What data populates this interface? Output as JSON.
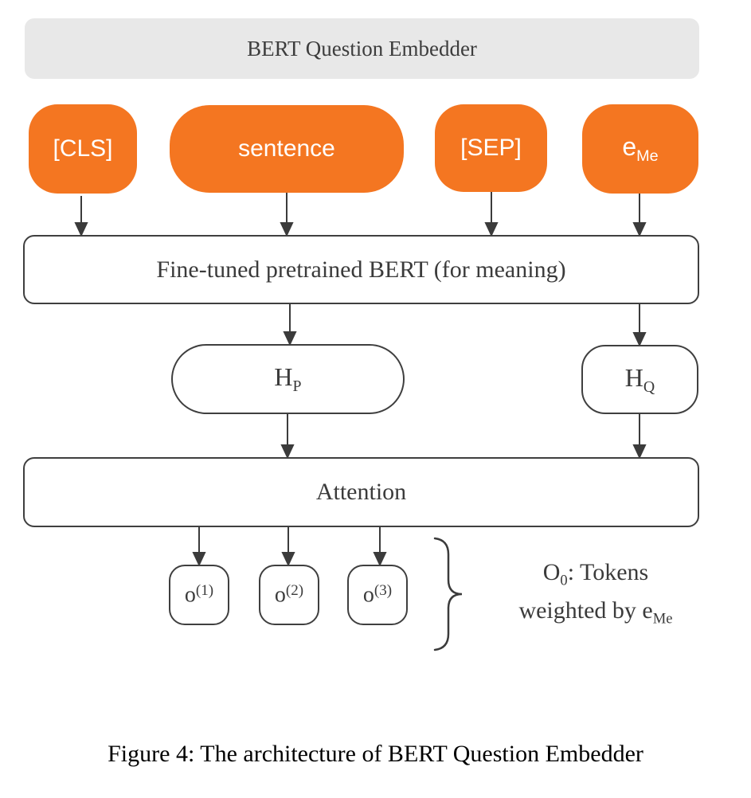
{
  "diagram": {
    "title": "BERT Question Embedder",
    "inputs": [
      {
        "id": "cls",
        "label": "[CLS]"
      },
      {
        "id": "sentence",
        "label": "sentence"
      },
      {
        "id": "sep",
        "label": "[SEP]"
      },
      {
        "id": "eme",
        "label": "e",
        "sub": "Me"
      }
    ],
    "bert_box_label": "Fine-tuned pretrained BERT (for meaning)",
    "hidden_states": [
      {
        "id": "hp",
        "main": "H",
        "sub": "P"
      },
      {
        "id": "hq",
        "main": "H",
        "sub": "Q"
      }
    ],
    "attention_label": "Attention",
    "outputs": [
      {
        "main": "o",
        "sup": "(1)"
      },
      {
        "main": "o",
        "sup": "(2)"
      },
      {
        "main": "o",
        "sup": "(3)"
      }
    ],
    "annotation": {
      "line1_main": "O",
      "line1_sub": "0",
      "line1_rest": ": Tokens",
      "line2_main": "weighted by e",
      "line2_sub": "Me"
    },
    "colors": {
      "token_fill": "#f47621",
      "token_text": "#ffffff",
      "box_border": "#3f3f3f",
      "diagram_text": "#3b3b3b",
      "header_fill": "#e8e8e8",
      "arrow": "#3b3b3b"
    }
  },
  "caption": "Figure 4: The architecture of BERT Question Embedder"
}
